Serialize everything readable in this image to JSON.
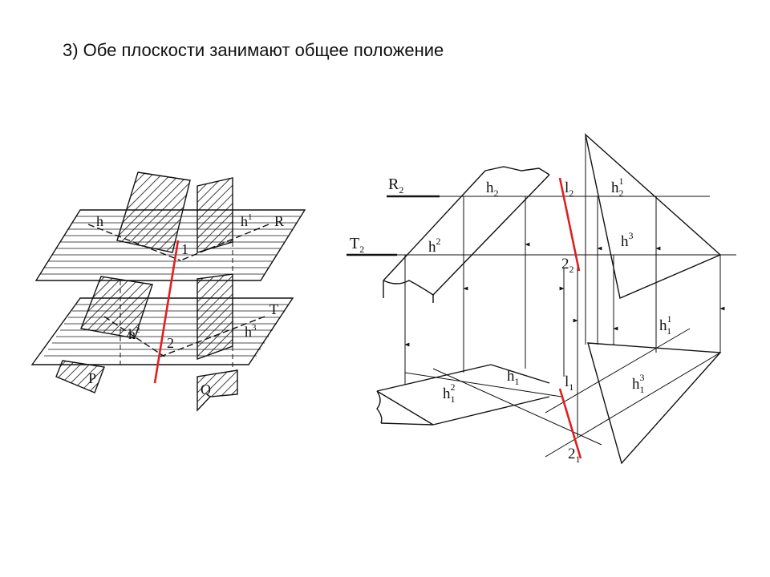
{
  "title": "3) Обе плоскости занимают общее положение",
  "colors": {
    "ink": "#111111",
    "red_line": "#e02020",
    "background": "#ffffff"
  },
  "left_figure": {
    "labels": {
      "h_R": {
        "base": "h",
        "sup": ""
      },
      "h1_R": {
        "base": "h",
        "sup": "1"
      },
      "R": {
        "base": "R"
      },
      "point_1": {
        "base": "1"
      },
      "T": {
        "base": "T"
      },
      "h2_T": {
        "base": "h",
        "sup": "2"
      },
      "h3_T": {
        "base": "h",
        "sup": "3"
      },
      "point_2": {
        "base": "2"
      },
      "P": {
        "base": "P"
      },
      "Q": {
        "base": "Q"
      }
    }
  },
  "right_figure": {
    "labels": {
      "R2": {
        "base": "R",
        "sub": "2"
      },
      "T2": {
        "base": "T",
        "sub": "2"
      },
      "h_2": {
        "base": "h",
        "sub": "2"
      },
      "h2_front": {
        "base": "h",
        "sup": "2"
      },
      "l_2": {
        "base": "l",
        "sub": "2"
      },
      "h1_2": {
        "base": "h",
        "sup": "1",
        "sub": "2"
      },
      "h3": {
        "base": "h",
        "sup": "3"
      },
      "pt_2_2": {
        "base": "2",
        "sub": "2"
      },
      "h1_1": {
        "base": "h",
        "sup": "1",
        "sub": "1"
      },
      "h_1": {
        "base": "h",
        "sub": "1"
      },
      "l_1": {
        "base": "l",
        "sub": "1"
      },
      "h2_1": {
        "base": "h",
        "sup": "2",
        "sub": "1"
      },
      "h3_1": {
        "base": "h",
        "sup": "3",
        "sub": "1"
      },
      "pt_2_1": {
        "base": "2",
        "sub": "1"
      }
    }
  }
}
